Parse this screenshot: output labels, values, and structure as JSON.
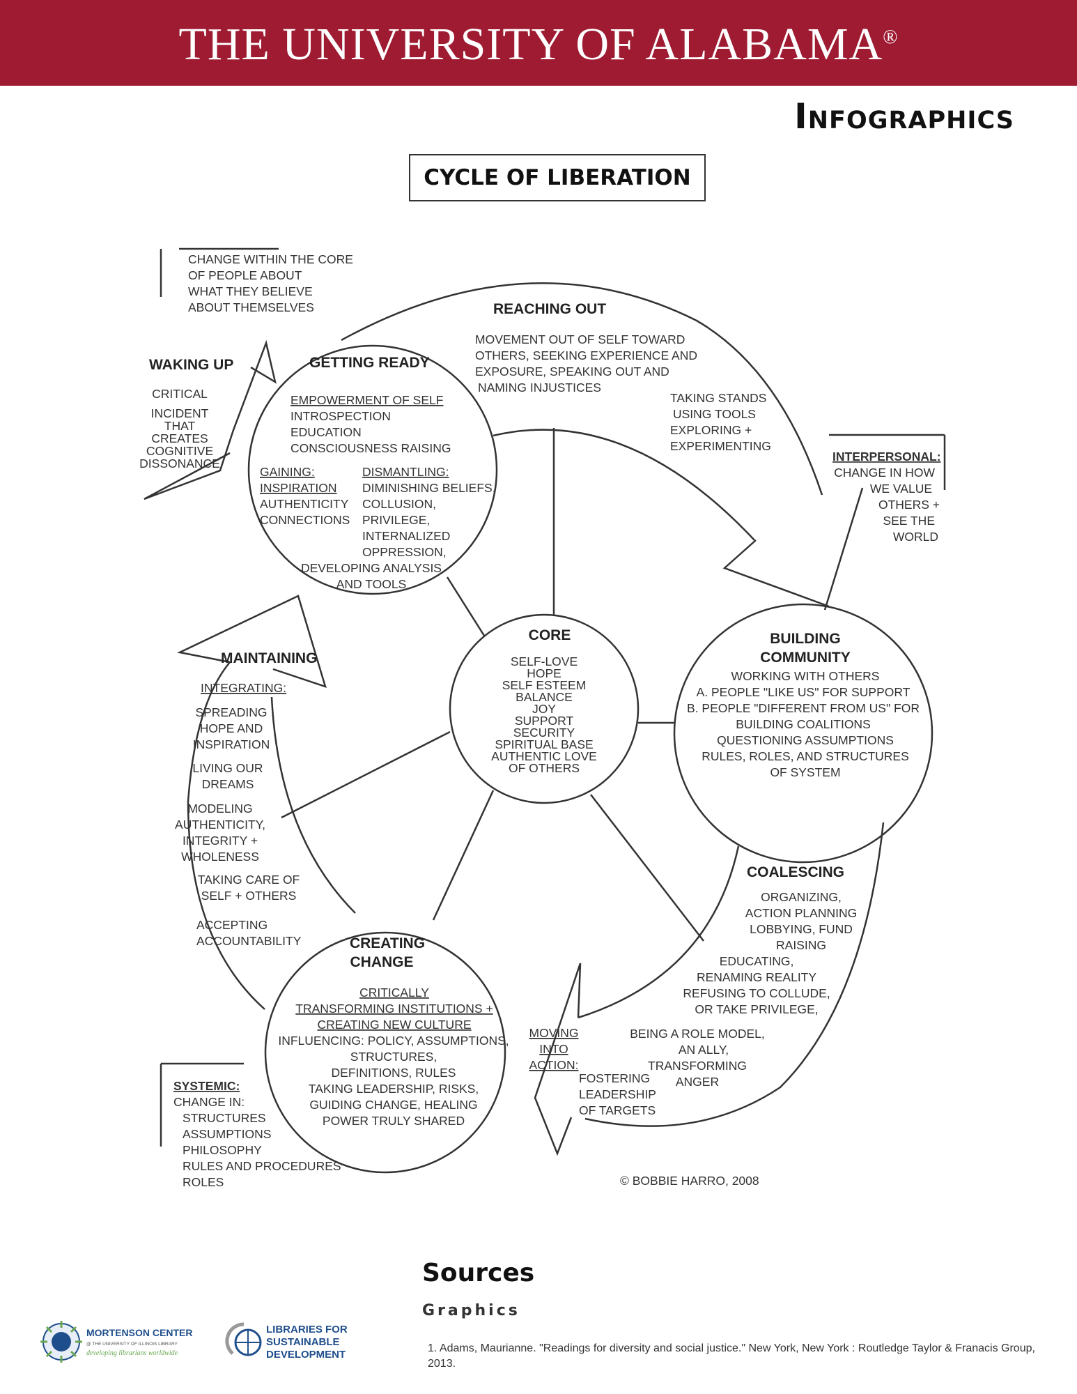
{
  "header": {
    "university": "THE UNIVERSITY OF ALABAMA",
    "registered": "®",
    "section": "Infographics"
  },
  "diagram": {
    "title": "CYCLE OF LIBERATION",
    "core": {
      "heading": "CORE",
      "lines": [
        "SELF-LOVE",
        "HOPE",
        "SELF ESTEEM",
        "BALANCE",
        "JOY",
        "SUPPORT",
        "SECURITY",
        "SPIRITUAL BASE",
        "AUTHENTIC LOVE",
        "OF OTHERS"
      ]
    },
    "change_core_note": [
      "CHANGE WITHIN THE CORE",
      "OF PEOPLE ABOUT",
      "WHAT THEY BELIEVE",
      "ABOUT THEMSELVES"
    ],
    "waking_up": {
      "heading": "WAKING UP",
      "lines": [
        "CRITICAL",
        "INCIDENT",
        "THAT",
        "CREATES",
        "COGNITIVE",
        "DISSONANCE"
      ]
    },
    "getting_ready": {
      "heading": "GETTING READY",
      "underlined": "EMPOWERMENT OF SELF",
      "lines": [
        "INTROSPECTION",
        "EDUCATION",
        "CONSCIOUSNESS RAISING"
      ],
      "gaining_heading": "GAINING:",
      "gaining_sub": "INSPIRATION",
      "gaining_lines": [
        "AUTHENTICITY",
        "CONNECTIONS"
      ],
      "dismantling_heading": "DISMANTLING:",
      "dismantling_lines": [
        "DIMINISHING  BELIEFS,",
        "COLLUSION,",
        "PRIVILEGE,",
        "INTERNALIZED",
        "OPPRESSION,"
      ],
      "bottom_lines": [
        "DEVELOPING ANALYSIS",
        "AND TOOLS"
      ]
    },
    "reaching_out": {
      "heading": "REACHING OUT",
      "lines": [
        "MOVEMENT OUT OF SELF TOWARD",
        "OTHERS, SEEKING EXPERIENCE AND",
        "EXPOSURE, SPEAKING OUT AND",
        "NAMING INJUSTICES"
      ],
      "stands": [
        "TAKING STANDS",
        "USING TOOLS",
        "EXPLORING +",
        "EXPERIMENTING"
      ]
    },
    "interpersonal": {
      "heading": "INTERPERSONAL:",
      "lines": [
        "CHANGE IN HOW",
        "WE VALUE",
        "OTHERS +",
        "SEE THE",
        "WORLD"
      ]
    },
    "building_community": {
      "heading1": "BUILDING",
      "heading2": "COMMUNITY",
      "lines": [
        "WORKING WITH OTHERS",
        "A. PEOPLE \"LIKE US\" FOR SUPPORT",
        "B. PEOPLE \"DIFFERENT FROM US\" FOR",
        "BUILDING COALITIONS",
        "QUESTIONING ASSUMPTIONS",
        "RULES, ROLES, AND STRUCTURES",
        "OF SYSTEM"
      ]
    },
    "coalescing": {
      "heading": "COALESCING",
      "lines": [
        "ORGANIZING,",
        "ACTION PLANNING",
        "LOBBYING, FUND",
        "RAISING",
        "EDUCATING,",
        "RENAMING REALITY",
        "REFUSING TO COLLUDE,",
        "OR TAKE PRIVILEGE,"
      ],
      "role_model": [
        "BEING A ROLE MODEL,",
        "AN ALLY,",
        "TRANSFORMING",
        "ANGER"
      ]
    },
    "moving_into_action": {
      "lines": [
        "MOVING",
        "INTO",
        "ACTION:"
      ],
      "fostering": [
        "FOSTERING",
        "LEADERSHIP",
        "OF TARGETS"
      ]
    },
    "creating_change": {
      "heading1": "CREATING",
      "heading2": "CHANGE",
      "underlined": [
        "CRITICALLY",
        "TRANSFORMING INSTITUTIONS +",
        "CREATING NEW CULTURE"
      ],
      "lines": [
        "INFLUENCING: POLICY, ASSUMPTIONS,",
        "STRUCTURES,",
        "DEFINITIONS, RULES",
        "TAKING LEADERSHIP, RISKS,",
        "GUIDING CHANGE, HEALING",
        "POWER TRULY SHARED"
      ]
    },
    "maintaining": {
      "heading": "MAINTAINING",
      "integrating": "INTEGRATING:",
      "lines": [
        "SPREADING",
        "HOPE AND",
        "INSPIRATION",
        "LIVING OUR",
        "DREAMS",
        "MODELING",
        "AUTHENTICITY,",
        "INTEGRITY +",
        "WHOLENESS",
        "TAKING CARE OF",
        "SELF + OTHERS",
        "ACCEPTING",
        "ACCOUNTABILITY"
      ]
    },
    "systemic": {
      "heading": "SYSTEMIC:",
      "lines": [
        "CHANGE IN:",
        "STRUCTURES",
        "ASSUMPTIONS",
        "PHILOSOPHY",
        "RULES AND  PROCEDURES",
        "ROLES"
      ]
    },
    "copyright": "©  BOBBIE HARRO, 2008"
  },
  "sources": {
    "title": "Sources",
    "subtitle": "Graphics",
    "references": [
      "1.  Adams, Maurianne. \"Readings for diversity and social justice.\" New York, New York : Routledge Taylor & Franacis Group, 2013."
    ]
  },
  "logos": {
    "mortenson": [
      "MORTENSON CENTER",
      "@ THE UNIVERSITY OF ILLINOIS LIBRARY",
      "developing librarians worldwide"
    ],
    "libraries": [
      "LIBRARIES FOR",
      "SUSTAINABLE",
      "DEVELOPMENT"
    ],
    "colors": {
      "mortenson_blue": "#1f4e8c",
      "mortenson_green": "#6aa84f",
      "libraries_blue": "#1f4e8c"
    }
  },
  "colors": {
    "banner": "#9e1b32",
    "text": "#333333"
  }
}
